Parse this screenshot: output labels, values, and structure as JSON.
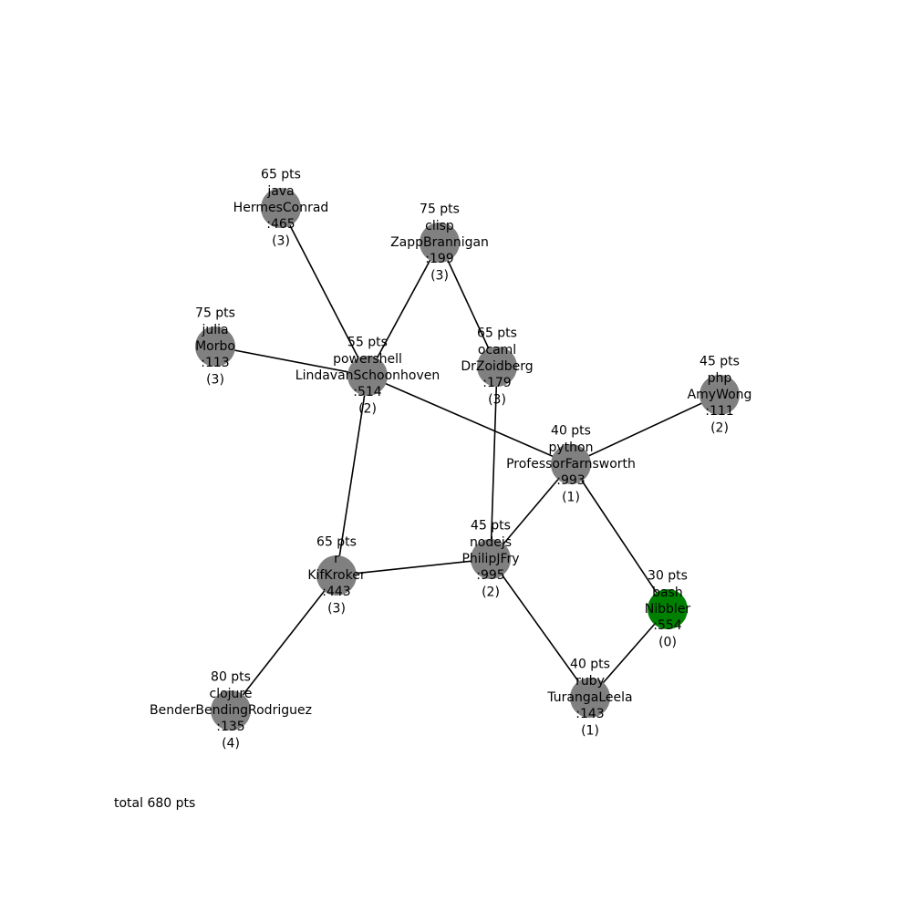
{
  "colors": {
    "node_default": "#808080",
    "node_start": "#008000",
    "edge": "#000000"
  },
  "nodes": [
    {
      "id": "java",
      "points": "65 pts",
      "lang": "java",
      "user": "HermesConrad",
      "score": ":465",
      "depth": "(3)",
      "start": false
    },
    {
      "id": "clisp",
      "points": "75 pts",
      "lang": "clisp",
      "user": "ZappBrannigan",
      "score": ":199",
      "depth": "(3)",
      "start": false
    },
    {
      "id": "julia",
      "points": "75 pts",
      "lang": "julia",
      "user": "Morbo",
      "score": ":113",
      "depth": "(3)",
      "start": false
    },
    {
      "id": "powershell",
      "points": "55 pts",
      "lang": "powershell",
      "user": "LindavanSchoonhoven",
      "score": ":514",
      "depth": "(2)",
      "start": false
    },
    {
      "id": "ocaml",
      "points": "65 pts",
      "lang": "ocaml",
      "user": "DrZoidberg",
      "score": ":179",
      "depth": "(3)",
      "start": false
    },
    {
      "id": "php",
      "points": "45 pts",
      "lang": "php",
      "user": "AmyWong",
      "score": ":111",
      "depth": "(2)",
      "start": false
    },
    {
      "id": "python",
      "points": "40 pts",
      "lang": "python",
      "user": "ProfessorFarnsworth",
      "score": ":993",
      "depth": "(1)",
      "start": false
    },
    {
      "id": "r",
      "points": "65 pts",
      "lang": "r",
      "user": "KifKroker",
      "score": ":443",
      "depth": "(3)",
      "start": false
    },
    {
      "id": "nodejs",
      "points": "45 pts",
      "lang": "nodejs",
      "user": "PhilipJFry",
      "score": ":995",
      "depth": "(2)",
      "start": false
    },
    {
      "id": "bash",
      "points": "30 pts",
      "lang": "bash",
      "user": "Nibbler",
      "score": ":554",
      "depth": "(0)",
      "start": true
    },
    {
      "id": "ruby",
      "points": "40 pts",
      "lang": "ruby",
      "user": "TurangaLeela",
      "score": ":143",
      "depth": "(1)",
      "start": false
    },
    {
      "id": "clojure",
      "points": "80 pts",
      "lang": "clojure",
      "user": "BenderBendingRodriguez",
      "score": ":135",
      "depth": "(4)",
      "start": false
    }
  ],
  "edges": [
    [
      "java",
      "powershell"
    ],
    [
      "clisp",
      "powershell"
    ],
    [
      "clisp",
      "ocaml"
    ],
    [
      "julia",
      "powershell"
    ],
    [
      "powershell",
      "python"
    ],
    [
      "powershell",
      "r"
    ],
    [
      "ocaml",
      "nodejs"
    ],
    [
      "php",
      "python"
    ],
    [
      "python",
      "nodejs"
    ],
    [
      "python",
      "bash"
    ],
    [
      "r",
      "nodejs"
    ],
    [
      "r",
      "clojure"
    ],
    [
      "nodejs",
      "ruby"
    ],
    [
      "bash",
      "ruby"
    ]
  ],
  "footer": {
    "total": "total 680 pts"
  }
}
